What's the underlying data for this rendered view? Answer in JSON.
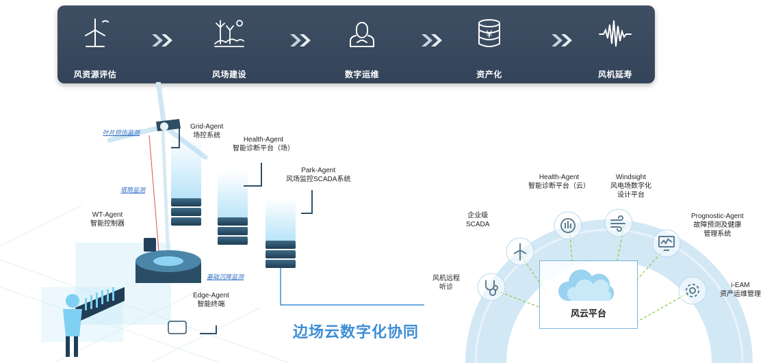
{
  "stages": [
    {
      "label": "风资源评估",
      "icon": "wind-turbine-icon"
    },
    {
      "label": "风场建设",
      "icon": "wind-farm-construction-icon"
    },
    {
      "label": "数字运维",
      "icon": "maintenance-engineer-icon"
    },
    {
      "label": "资产化",
      "icon": "yen-coin-stack-icon"
    },
    {
      "label": "风机延寿",
      "icon": "waveform-icon"
    }
  ],
  "edge": {
    "grid_agent": {
      "name": "Grid-Agent",
      "desc": "场控系统"
    },
    "health_agent": {
      "name": "Health-Agent",
      "desc": "智能诊断平台（场）"
    },
    "park_agent": {
      "name": "Park-Agent",
      "desc": "风场监控SCADA系统"
    },
    "wt_agent": {
      "name": "WT-Agent",
      "desc": "智能控制器"
    },
    "edge_agent": {
      "name": "Edge-Agent",
      "desc": "智能终端"
    },
    "sensors": {
      "blade": "叶片损伤监测",
      "tower": "塔筒监测",
      "foundation": "基础沉降监测"
    }
  },
  "slogan": "边场云数字化协同",
  "cloud": {
    "center": "风云平台",
    "nodes": [
      {
        "label": "风机远程\n听诊",
        "icon": "stethoscope-icon"
      },
      {
        "label": "企业级\nSCADA",
        "icon": "turbine-icon"
      },
      {
        "label": "Health-Agent\n智能诊断平台（云）",
        "icon": "diagnosis-icon"
      },
      {
        "label": "Windsight\n风电场数字化\n设计平台",
        "icon": "wind-icon"
      },
      {
        "label": "Prognostic-Agent\n故障预测及健康\n管理系统",
        "icon": "monitor-icon"
      },
      {
        "label": "i-EAM\n资产运维管理",
        "icon": "gear-icon"
      }
    ]
  },
  "colors": {
    "bar": "#3a4a5f",
    "accent": "#3d8ed6",
    "arc": "#d8eaf6"
  }
}
